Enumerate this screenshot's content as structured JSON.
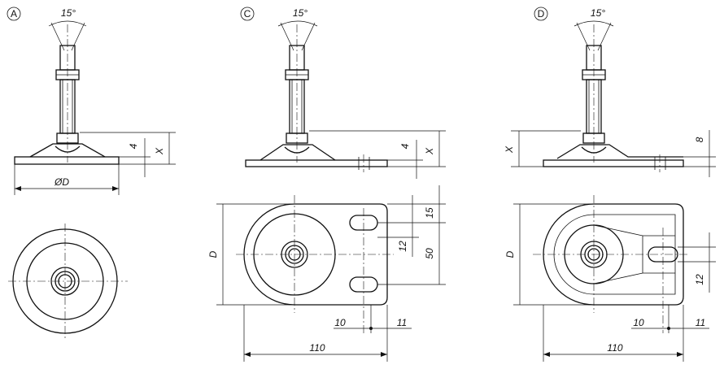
{
  "views": [
    {
      "id": "A",
      "label": "A",
      "angle": "15°",
      "height_x": "X",
      "height_4": "4",
      "diameter": "ØD"
    },
    {
      "id": "C",
      "label": "C",
      "angle": "15°",
      "height_x": "X",
      "height_4": "4",
      "dims": {
        "D": "D",
        "d15": "15",
        "d50": "50",
        "d12": "12",
        "d10": "10",
        "d11": "11",
        "d110": "110"
      }
    },
    {
      "id": "D",
      "label": "D",
      "angle": "15°",
      "height_x": "X",
      "height_8": "8",
      "dims": {
        "D": "D",
        "d12": "12",
        "d10": "10",
        "d11": "11",
        "d110": "110"
      }
    }
  ]
}
